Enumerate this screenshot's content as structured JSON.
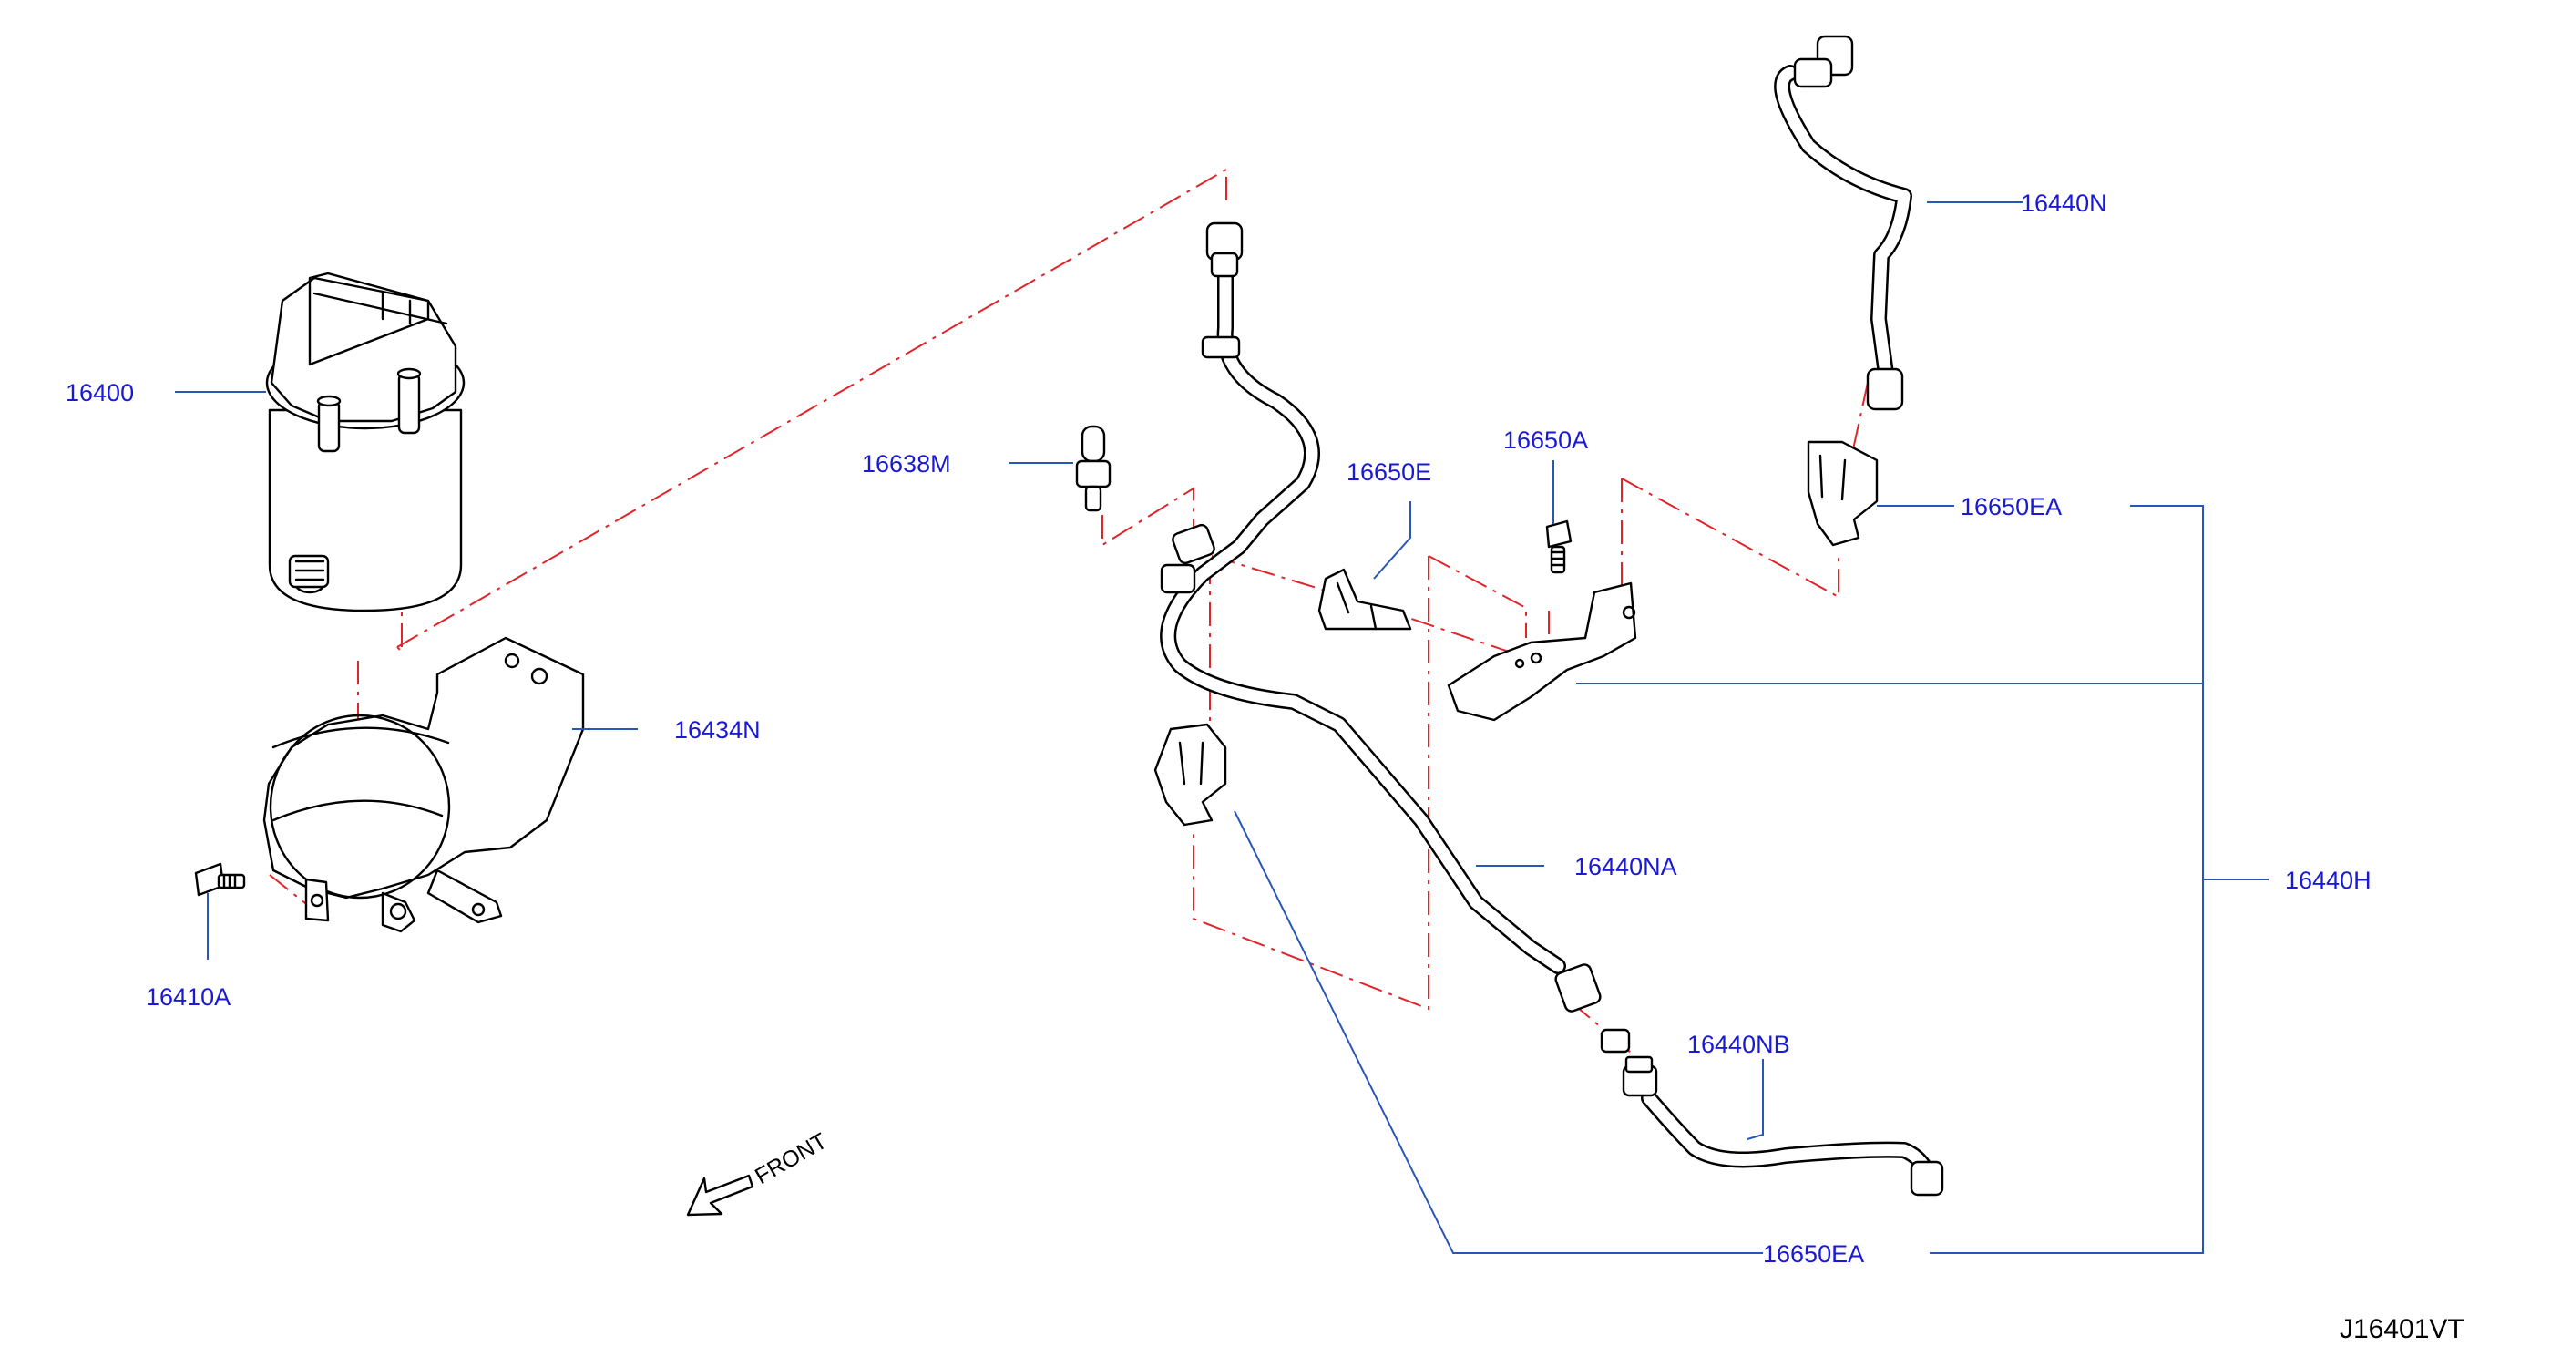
{
  "diagram": {
    "drawing_code": "J16401VT",
    "front_label": "FRONT",
    "colors": {
      "label": "#1a1ad6",
      "leader": "#2a56b8",
      "phantom_line": "#e0242a",
      "drawing": "#000000"
    },
    "parts": {
      "fuel_filter": "16400",
      "filter_bracket": "16434N",
      "bolt": "16410A",
      "sensor": "16638M",
      "clip_e": "16650E",
      "bolt_a": "16650A",
      "clip_ea_upper": "16650EA",
      "clip_ea_lower": "16650EA",
      "hose_n": "16440N",
      "hose_na": "16440NA",
      "hose_nb": "16440NB",
      "hose_assy": "16440H"
    }
  }
}
